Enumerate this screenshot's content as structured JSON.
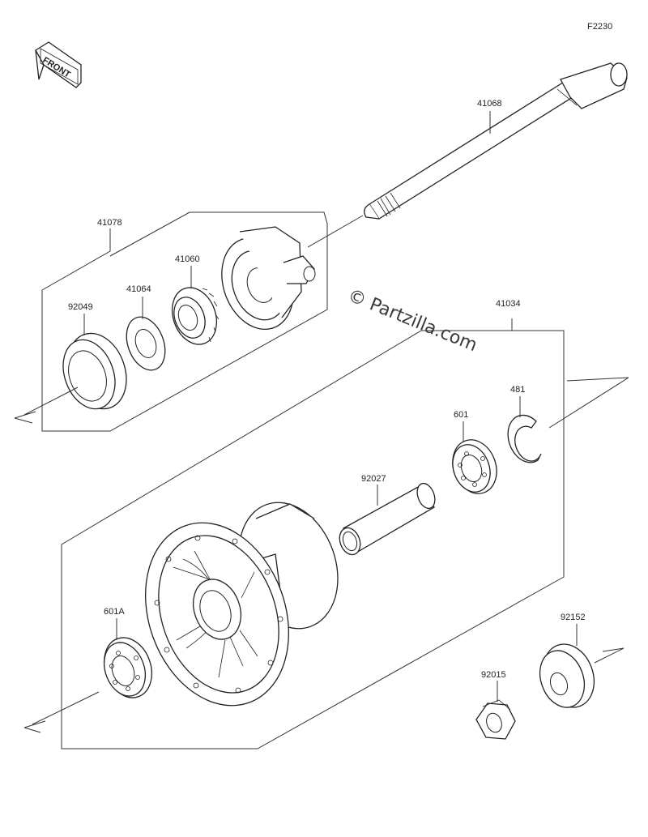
{
  "figure": {
    "code": "F2230"
  },
  "front_badge": {
    "text": "FRONT"
  },
  "watermark": {
    "text": "© Partzilla.com"
  },
  "parts": {
    "p41068": "41068",
    "p41078": "41078",
    "p41060": "41060",
    "p41064": "41064",
    "p92049": "92049",
    "p41034": "41034",
    "p481": "481",
    "p601": "601",
    "p92027": "92027",
    "p601A": "601A",
    "p92152": "92152",
    "p92015": "92015"
  }
}
